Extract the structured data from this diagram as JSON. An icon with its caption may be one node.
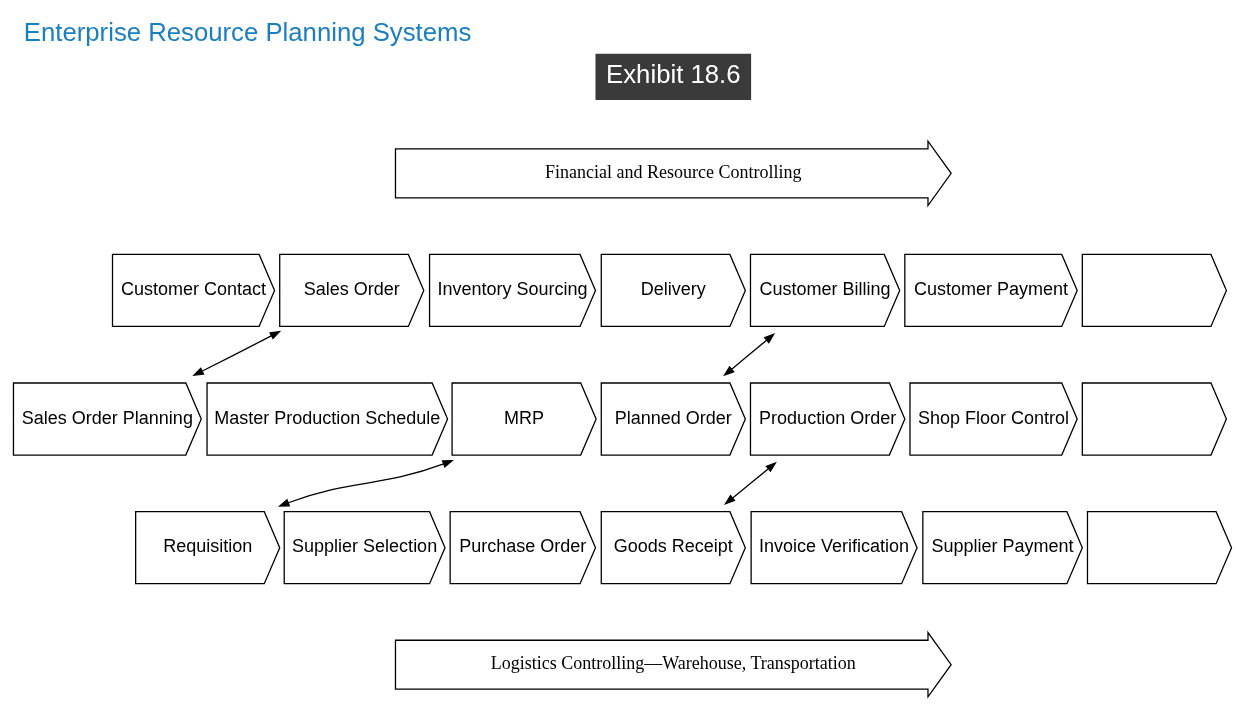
{
  "diagram": {
    "title": "Enterprise Resource Planning Systems",
    "nodes": [
      {
        "text": [
          "Financial and Resource Controlling"
        ]
      },
      {
        "text": [
          "Customer Contact"
        ]
      },
      {
        "text": [
          "Sales Order"
        ]
      },
      {
        "text": [
          "Inventory Sourcing"
        ]
      },
      {
        "text": [
          "Delivery"
        ]
      },
      {
        "text": [
          "Customer Billing"
        ]
      },
      {
        "text": [
          "Customer Payment"
        ]
      },
      {
        "text": [],
        "shape": "chevron"
      },
      {
        "text": [
          "Sales Order Planning"
        ]
      },
      {
        "text": [
          "Master Production Schedule"
        ]
      },
      {
        "text": [
          "MRP"
        ]
      },
      {
        "text": [
          "Planned Order"
        ]
      },
      {
        "text": [
          "Production Order"
        ]
      },
      {
        "text": [
          "Shop Floor Control"
        ]
      },
      {
        "text": [],
        "shape": "chevron"
      },
      {
        "text": [
          "Requisition"
        ]
      },
      {
        "text": [
          "Supplier Selection"
        ]
      },
      {
        "text": [
          "Purchase Order"
        ]
      },
      {
        "text": [
          "Goods Receipt"
        ]
      },
      {
        "text": [
          "Invoice Verification"
        ]
      },
      {
        "text": [
          "Supplier Payment"
        ]
      },
      {
        "text": [],
        "shape": "chevron"
      },
      {
        "text": [
          "Logistics Controlling—Warehouse, Transportation"
        ]
      }
    ],
    "edges": [
      {
        "from": 8,
        "to": 2,
        "arrow": "both"
      },
      {
        "from": 11,
        "to": 5,
        "arrow": "both"
      },
      {
        "from": 15,
        "to": 10,
        "arrow": "both"
      },
      {
        "from": 18,
        "to": 12,
        "arrow": "both"
      }
    ],
    "labels": [
      "Exhibit 18.6"
    ]
  }
}
